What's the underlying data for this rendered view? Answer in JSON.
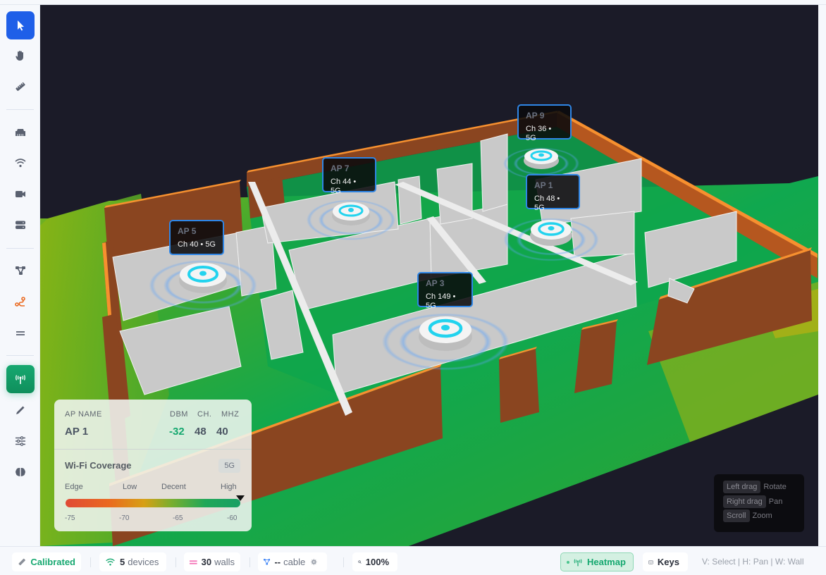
{
  "sidebar": {
    "tools": [
      {
        "id": "select",
        "icon": "cursor-icon",
        "active": true
      },
      {
        "id": "pan",
        "icon": "hand-icon"
      },
      {
        "id": "measure",
        "icon": "ruler-icon"
      },
      {
        "id": "switch",
        "icon": "ethernet-port-icon"
      },
      {
        "id": "access-point",
        "icon": "wifi-icon"
      },
      {
        "id": "camera",
        "icon": "video-camera-icon"
      },
      {
        "id": "server",
        "icon": "server-icon"
      },
      {
        "id": "topology",
        "icon": "network-nodes-icon"
      },
      {
        "id": "route",
        "icon": "route-icon",
        "color": "#ea6a20"
      },
      {
        "id": "wall",
        "icon": "wall-lines-icon"
      },
      {
        "id": "heatmap",
        "icon": "antenna-icon",
        "active": true
      },
      {
        "id": "draw",
        "icon": "pen-icon"
      },
      {
        "id": "settings",
        "icon": "sliders-icon"
      },
      {
        "id": "ai",
        "icon": "brain-icon"
      }
    ]
  },
  "scene": {
    "access_points": [
      {
        "name": "AP 5",
        "channel": "Ch 40 • 5G"
      },
      {
        "name": "AP 7",
        "channel": "Ch 44 • 5G"
      },
      {
        "name": "AP 9",
        "channel": "Ch 36 • 5G"
      },
      {
        "name": "AP 1",
        "channel": "Ch 48 • 5G"
      },
      {
        "name": "AP 3",
        "channel": "Ch 149 • 5G"
      }
    ]
  },
  "info_panel": {
    "headers": {
      "name": "AP NAME",
      "dbm": "DBM",
      "ch": "CH.",
      "mhz": "MHZ"
    },
    "selected": {
      "name": "AP 1",
      "dbm": "-32",
      "ch": "48",
      "mhz": "40"
    },
    "dbm_color": "#16a870",
    "coverage_title": "Wi-Fi Coverage",
    "band": "5G",
    "scale_labels": [
      "Edge",
      "Low",
      "Decent",
      "High"
    ],
    "ticks": [
      "-75",
      "-70",
      "-65",
      "-60"
    ]
  },
  "controls_hint": [
    {
      "key": "Left drag",
      "action": "Rotate"
    },
    {
      "key": "Right drag",
      "action": "Pan"
    },
    {
      "key": "Scroll",
      "action": "Zoom"
    }
  ],
  "statusbar": {
    "calibration": "Calibrated",
    "devices_count": "5",
    "devices_label": "devices",
    "walls_count": "30",
    "walls_label": "walls",
    "cable_value": "--",
    "cable_label": "cable",
    "zoom": "100%",
    "heatmap_label": "Heatmap",
    "keys_label": "Keys",
    "hotkeys": "V: Select | H: Pan | W: Wall"
  },
  "colors": {
    "accent_blue": "#1f5fe8",
    "accent_green": "#16a870",
    "wall_exterior": "#8a4520",
    "wall_interior": "#e6e6e6",
    "canvas_bg": "#1b1b28"
  }
}
